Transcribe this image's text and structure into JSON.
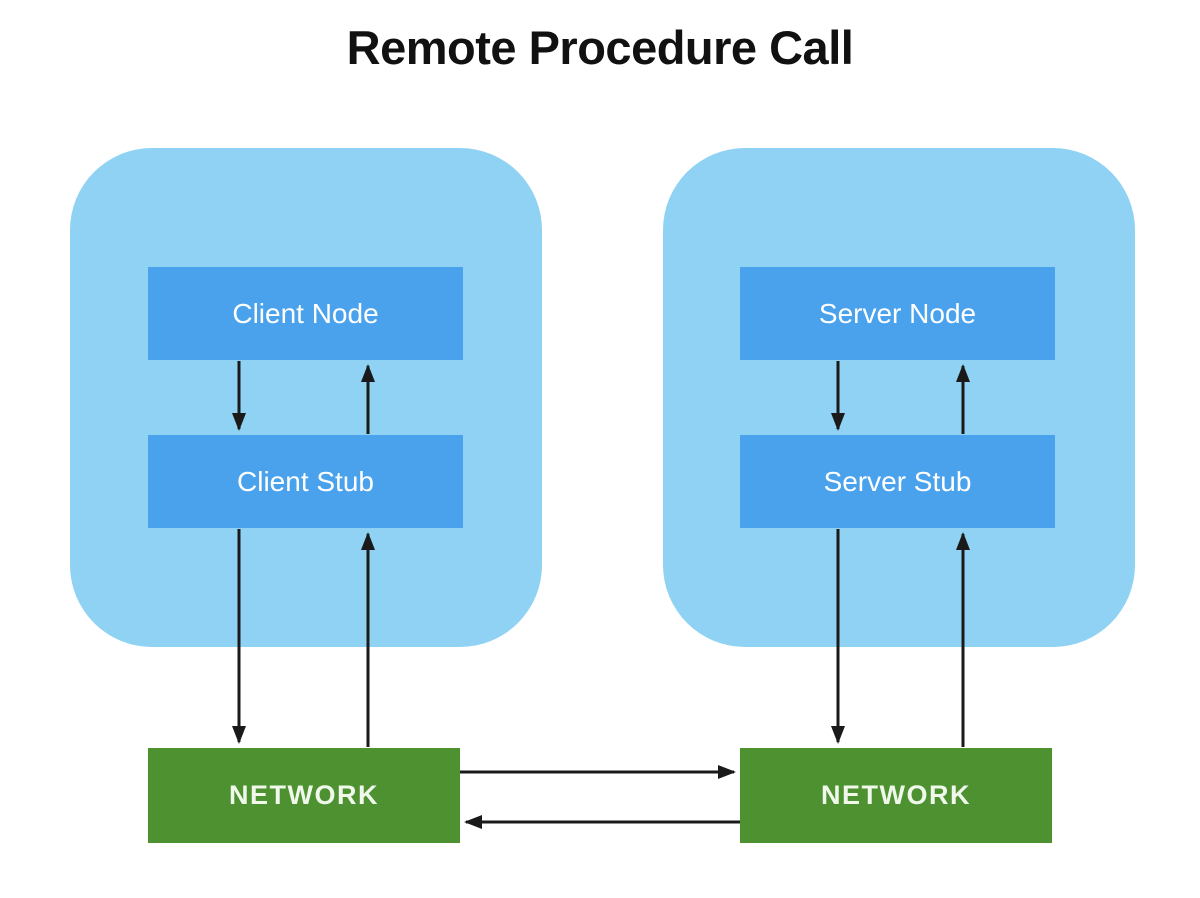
{
  "title": "Remote Procedure Call",
  "client_panel": {
    "node_label": "Client Node",
    "stub_label": "Client Stub"
  },
  "server_panel": {
    "node_label": "Server Node",
    "stub_label": "Server Stub"
  },
  "client_network": {
    "label": "NETWORK"
  },
  "server_network": {
    "label": "NETWORK"
  },
  "arrows": [
    {
      "from": "client-node",
      "to": "client-stub",
      "direction": "down"
    },
    {
      "from": "client-stub",
      "to": "client-node",
      "direction": "up"
    },
    {
      "from": "client-stub",
      "to": "client-network",
      "direction": "down"
    },
    {
      "from": "client-network",
      "to": "client-stub",
      "direction": "up"
    },
    {
      "from": "server-node",
      "to": "server-stub",
      "direction": "down"
    },
    {
      "from": "server-stub",
      "to": "server-node",
      "direction": "up"
    },
    {
      "from": "server-stub",
      "to": "server-network",
      "direction": "down"
    },
    {
      "from": "server-network",
      "to": "server-stub",
      "direction": "up"
    },
    {
      "from": "client-network",
      "to": "server-network",
      "direction": "right"
    },
    {
      "from": "server-network",
      "to": "client-network",
      "direction": "left"
    }
  ],
  "colors": {
    "background": "#FFFFFF",
    "panel_blue": "#8FD2F3",
    "box_blue": "#49A2EB",
    "network_green": "#4E9130",
    "arrow_black": "#1A1A1A",
    "title_black": "#111111",
    "box_text": "#FFFFFF",
    "network_text": "#EFF8EB"
  }
}
